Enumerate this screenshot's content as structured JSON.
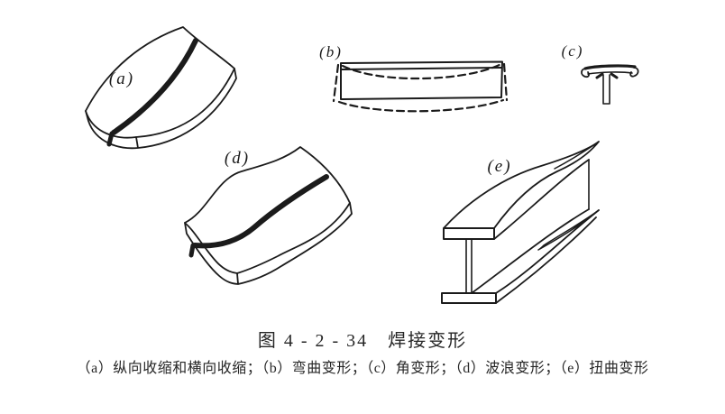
{
  "page": {
    "background": "#ffffff",
    "ink": "#1b1b1b"
  },
  "panels": {
    "a": {
      "label": "(a)"
    },
    "b": {
      "label": "(b)"
    },
    "c": {
      "label": "(c)"
    },
    "d": {
      "label": "(d)"
    },
    "e": {
      "label": "(e)"
    }
  },
  "caption": {
    "title": "图 4 - 2 - 34　焊接变形",
    "legend": "（a）纵向收缩和横向收缩；（b）弯曲变形；（c）角变形；（d）波浪变形；（e）扭曲变形"
  }
}
